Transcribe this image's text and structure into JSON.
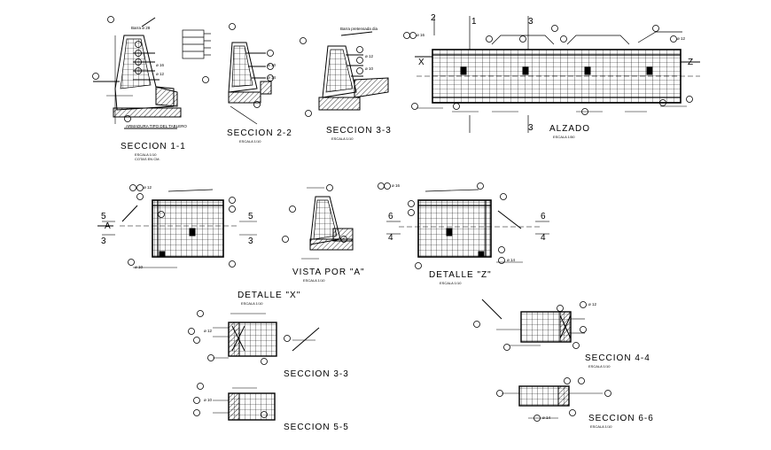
{
  "titles": {
    "s11": "SECCION 1-1",
    "s22": "SECCION 2-2",
    "s33a": "SECCION 3-3",
    "alzado": "ALZADO",
    "vista": "VISTA POR \"A\"",
    "detz": "DETALLE \"Z\"",
    "detx": "DETALLE \"X\"",
    "s33b": "SECCION 3-3",
    "s44": "SECCION 4-4",
    "s55": "SECCION 5-5",
    "s66": "SECCION 6-6"
  },
  "scales": {
    "s11": "ESCALA 1/10",
    "s22": "ESCALA 1/10",
    "s33a": "ESCALA 1/10",
    "alzado": "ESCALA 1/50",
    "vista": "ESCALA 1/10",
    "detz": "ESCALA 1/10",
    "detx": "ESCALA 1/10",
    "s44": "ESCALA 1/10",
    "s66": "ESCALA 1/10"
  },
  "notes": {
    "cotas": "COTAS EN CM.",
    "armadura": "ARMADURA TIPO DEL TABLERO",
    "barra_pretensada": "Barra pretensada dia",
    "barra": "Barra ø 28"
  },
  "cut_marks": {
    "m5l": "5",
    "m3l": "3",
    "m5r": "5",
    "m3r": "3",
    "m6l": "6",
    "m4l": "4",
    "m6r": "6",
    "m4r": "4",
    "m2": "2",
    "m1": "1",
    "m3": "3",
    "mX": "X",
    "mZ": "Z",
    "mA": "A"
  },
  "bar_callouts": [
    "ø 16",
    "ø 12",
    "ø 10",
    "ø 14",
    "ø 12",
    "ø 10",
    "ø 16",
    "ø 12",
    "ø 12",
    "ø 10",
    "ø 16",
    "ø 14",
    "ø 12",
    "ø 10",
    "ø 12",
    "ø 14"
  ]
}
